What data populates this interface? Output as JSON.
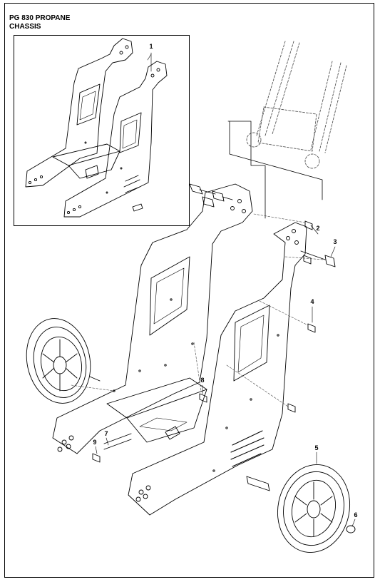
{
  "header": {
    "line1": "PG 830 PROPANE",
    "line2": "CHASSIS"
  },
  "callouts": [
    "1",
    "2",
    "3",
    "4",
    "5",
    "6",
    "7",
    "8",
    "9"
  ],
  "colors": {
    "line": "#000000",
    "faint": "#777777",
    "background": "#ffffff"
  }
}
